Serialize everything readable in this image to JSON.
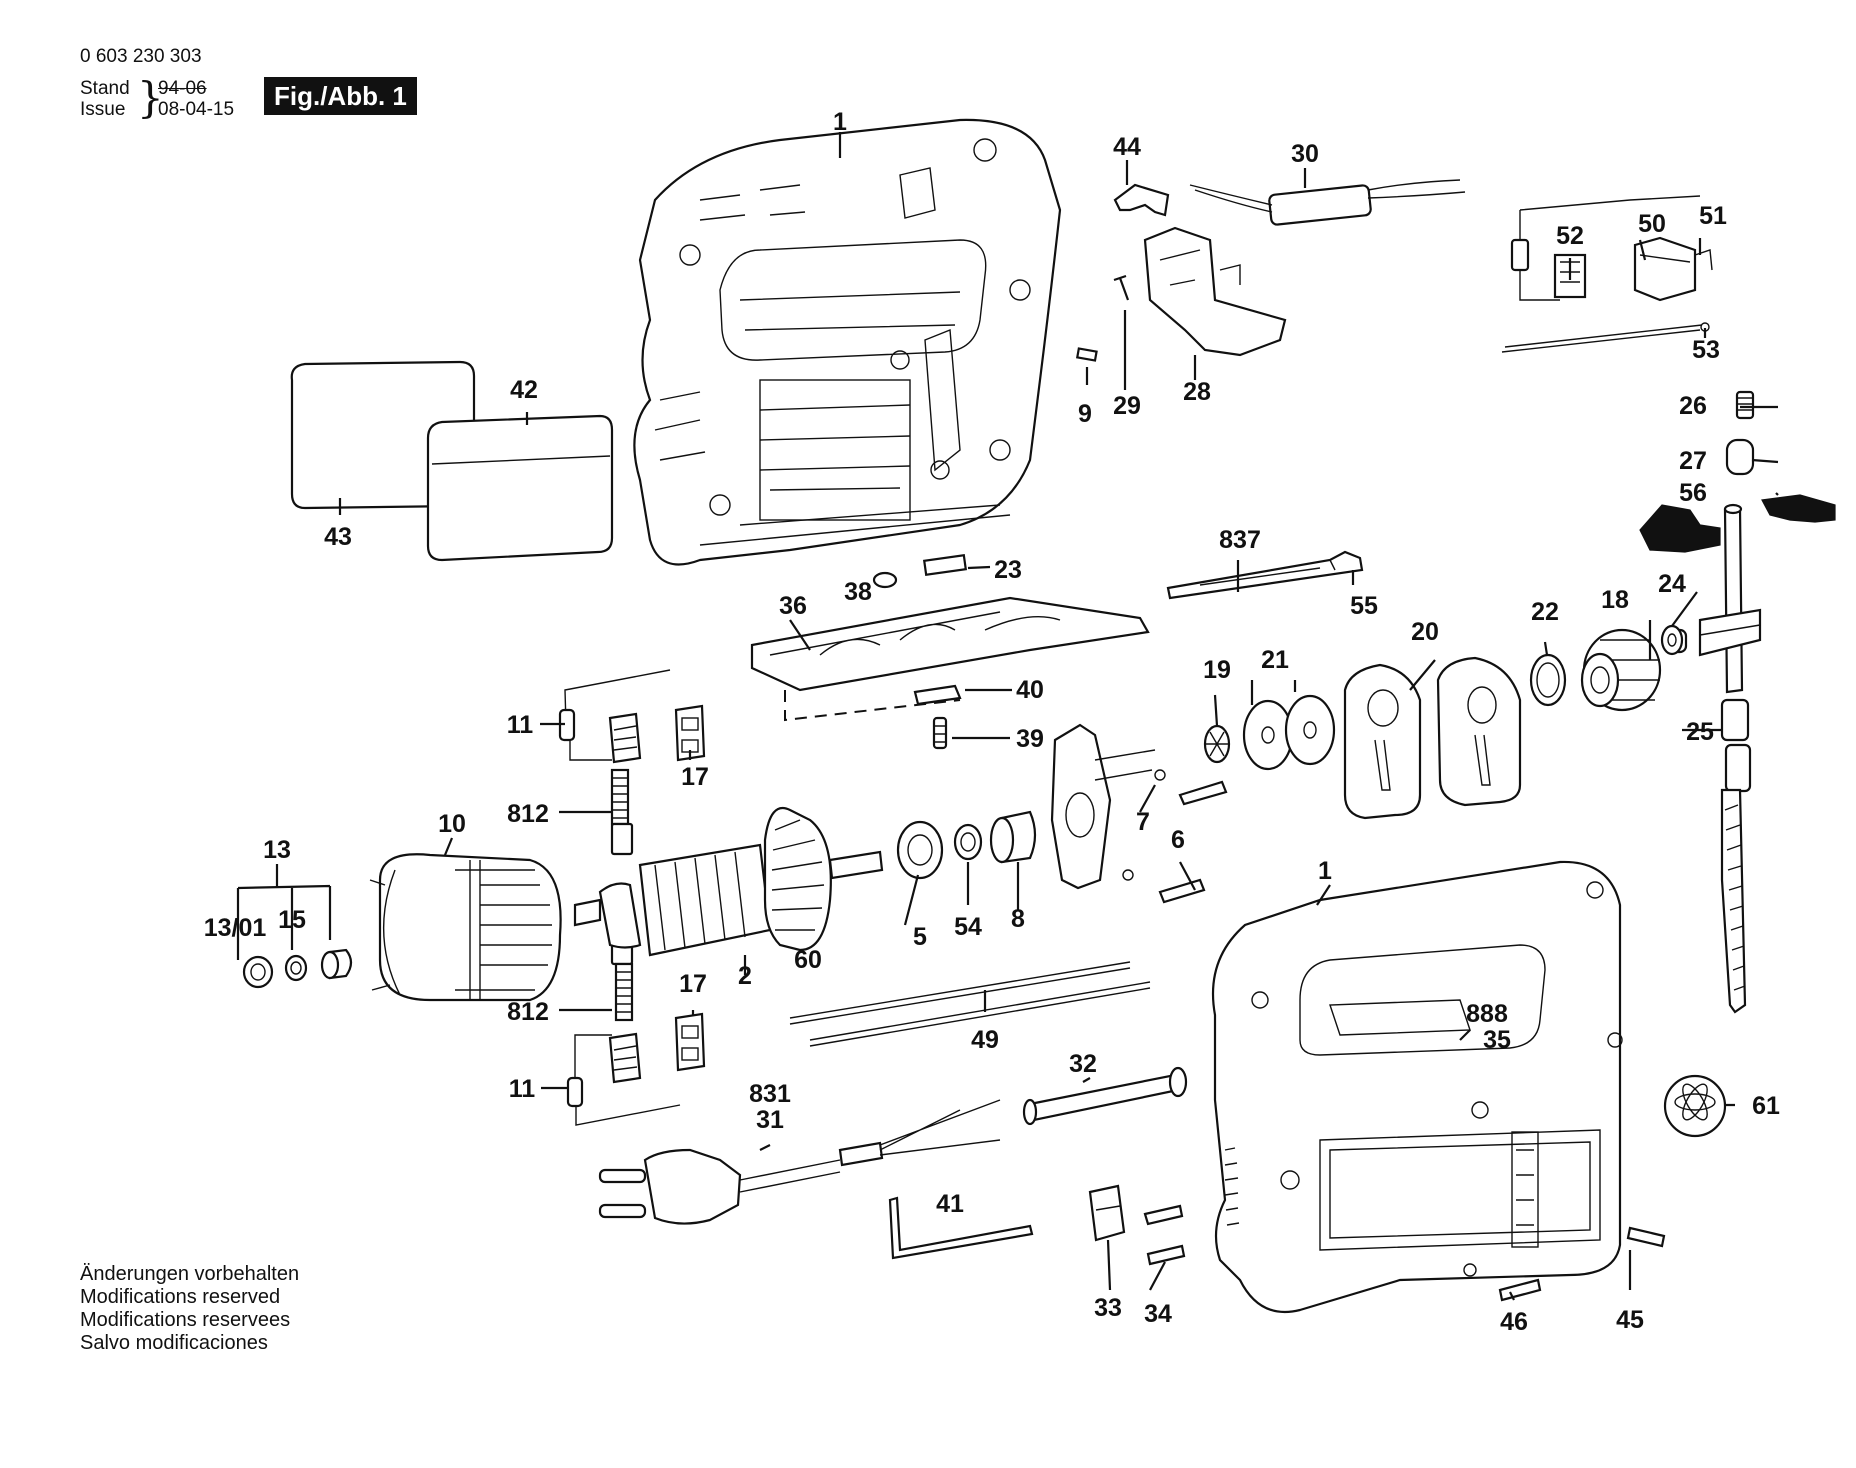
{
  "header": {
    "part_number": "0 603 230 303",
    "stand_label": "Stand",
    "issue_label": "Issue",
    "stand_date": "94-06",
    "issue_date": "08-04-15",
    "figure_label": "Fig./Abb. 1"
  },
  "footer": {
    "notes": [
      "Änderungen vorbehalten",
      "Modifications reserved",
      "Modifications reservees",
      "Salvo modificaciones"
    ]
  },
  "callouts": [
    {
      "label": "1"
    },
    {
      "label": "44"
    },
    {
      "label": "30"
    },
    {
      "label": "52"
    },
    {
      "label": "50"
    },
    {
      "label": "51"
    },
    {
      "label": "53"
    },
    {
      "label": "9"
    },
    {
      "label": "29"
    },
    {
      "label": "28"
    },
    {
      "label": "42"
    },
    {
      "label": "43"
    },
    {
      "label": "26"
    },
    {
      "label": "27"
    },
    {
      "label": "56"
    },
    {
      "label": "837"
    },
    {
      "label": "55"
    },
    {
      "label": "38"
    },
    {
      "label": "23"
    },
    {
      "label": "36"
    },
    {
      "label": "40"
    },
    {
      "label": "39"
    },
    {
      "label": "11"
    },
    {
      "label": "17"
    },
    {
      "label": "812"
    },
    {
      "label": "13"
    },
    {
      "label": "10"
    },
    {
      "label": "13/01"
    },
    {
      "label": "15"
    },
    {
      "label": "2"
    },
    {
      "label": "60"
    },
    {
      "label": "5"
    },
    {
      "label": "54"
    },
    {
      "label": "8"
    },
    {
      "label": "7"
    },
    {
      "label": "6"
    },
    {
      "label": "19"
    },
    {
      "label": "21"
    },
    {
      "label": "20"
    },
    {
      "label": "22"
    },
    {
      "label": "18"
    },
    {
      "label": "24"
    },
    {
      "label": "25"
    },
    {
      "label": "1"
    },
    {
      "label": "888"
    },
    {
      "label": "35"
    },
    {
      "label": "812"
    },
    {
      "label": "17"
    },
    {
      "label": "11"
    },
    {
      "label": "49"
    },
    {
      "label": "32"
    },
    {
      "label": "831"
    },
    {
      "label": "31"
    },
    {
      "label": "41"
    },
    {
      "label": "33"
    },
    {
      "label": "34"
    },
    {
      "label": "46"
    },
    {
      "label": "45"
    },
    {
      "label": "61"
    }
  ]
}
